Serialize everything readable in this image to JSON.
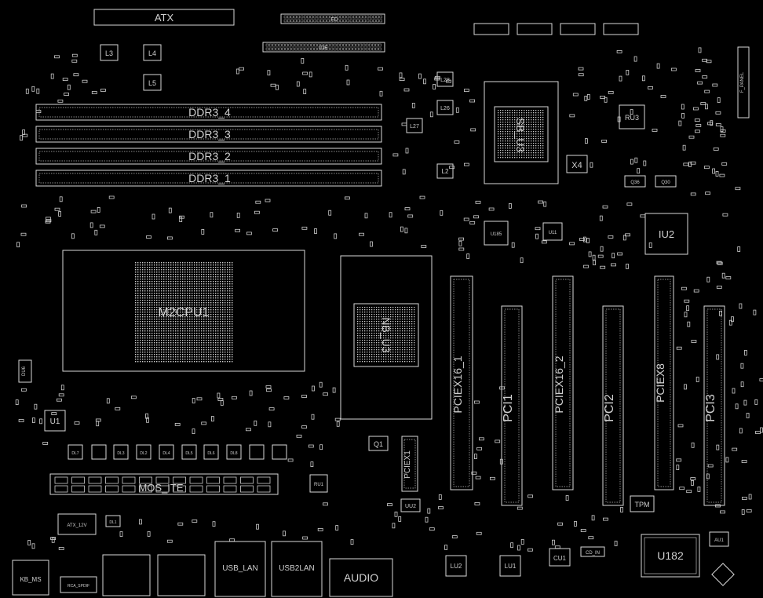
{
  "labels": {
    "atx": "ATX",
    "fd": "FD",
    "ide": "IDE",
    "ddr1": "DDR3_1",
    "ddr2": "DDR3_2",
    "ddr3": "DDR3_3",
    "ddr4": "DDR3_4",
    "l2": "L2",
    "l3": "L3",
    "l4": "L4",
    "l5": "L5",
    "l26": "L26",
    "l27": "L27",
    "l28": "L28",
    "cpu": "M2CPU1",
    "nb": "NB_U3",
    "sb": "SB_U3",
    "x4": "X4",
    "ru3": "RU3",
    "iu2": "IU2",
    "u11": "U11",
    "u185": "U185",
    "q1": "Q1",
    "q36": "Q36",
    "q30": "Q30",
    "u1": "U1",
    "du6": "DU6",
    "ru1": "RU1",
    "uu2": "UU2",
    "mos": "MOS_ITE",
    "pciex16_1": "PCIEX16_1",
    "pciex16_2": "PCIEX16_2",
    "pciex1": "PCIEX1",
    "pciex8": "PCIEX8",
    "pci1": "PCI1",
    "pci2": "PCI2",
    "pci3": "PCI3",
    "tpm": "TPM",
    "u182": "U182",
    "au1": "AU1",
    "cu1": "CU1",
    "cd_in": "CD_IN",
    "lu1": "LU1",
    "lu2": "LU2",
    "kb_ms": "KB_MS",
    "atx12v": "ATX_12V",
    "rca_spdif": "RCA_SPDIF",
    "usb_lan": "USB_LAN",
    "usb_lan2": "USB2LAN",
    "audio": "AUDIO",
    "f_panel": "F_PANEL",
    "dl1": "DL1",
    "dl2": "DL2",
    "dl3": "DL3",
    "dl4": "DL4",
    "dl5": "DL5",
    "dl6": "DL6",
    "dl7": "DL7",
    "dl8": "DL8"
  },
  "colors": {
    "background": "#000000",
    "outline": "#d8d8d8",
    "label": "#cfcfcf"
  }
}
